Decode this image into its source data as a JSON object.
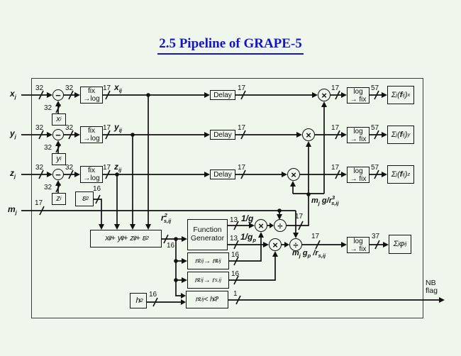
{
  "title": "2.5 Pipeline of GRAPE-5",
  "colors": {
    "accent": "#1515c5",
    "background": "#eff6ec",
    "ink": "#111111"
  },
  "ops": {
    "subtract": "−",
    "multiply": "×",
    "divide": "÷"
  },
  "widths": {
    "coord_in": "32",
    "param": "32",
    "sub_out": "32",
    "conv_out": "17",
    "delay_out": "17",
    "mult_out": "17",
    "force_acc_in": "57",
    "mass": "17",
    "eps": "16",
    "r2": "16",
    "fg_out": "13",
    "r3": "16",
    "r": "16",
    "cmp_out": "1",
    "h": "16",
    "div_force_out": "17",
    "div_pot_out": "17",
    "pot_acc_in": "37"
  },
  "rows": [
    {
      "input": "x<sub>j</sub>",
      "param": "x<sub>i</sub>",
      "signal": "x<sub>ij</sub>",
      "acc": "Σ<sub>j</sub>(<b>f</b><sub>ij</sub>)<sub>x</sub>"
    },
    {
      "input": "y<sub>j</sub>",
      "param": "y<sub>i</sub>",
      "signal": "y<sub>ij</sub>",
      "acc": "Σ<sub>j</sub>(<b>f</b><sub>ij</sub>)<sub>y</sub>"
    },
    {
      "input": "z<sub>j</sub>",
      "param": "z<sub>i</sub>",
      "signal": "z<sub>ij</sub>",
      "acc": "Σ<sub>j</sub>(<b>f</b><sub>ij</sub>)<sub>z</sub>"
    }
  ],
  "mass_input": "m<sub>j</sub>",
  "params": {
    "eps": "ε<sup>2</sup><sub>i</sub>",
    "h": "h<sup>2</sup><sub>i</sub>"
  },
  "blocks": {
    "fix_to_log": "fix<br>→log",
    "log_to_fix": "log<br>→ fix",
    "delay": "Delay",
    "function_generator": "Function<br>Generator",
    "sum_of_squares": "x<sup>2</sup><sub>ij</sub>+ y<sup>2</sup><sub>ij</sub>+ z<sup>2</sup><sub>ij</sub>+ ε<sup>2</sup><sub>i</sub>",
    "r2_to_r3": "r<sup>2</sup><sub>s,ij</sub> → r<sup>3</sup><sub>s,ij</sub>",
    "r2_to_r": "r<sup>2</sup><sub>s,ij</sub> → r<sub>s,ij</sub>",
    "r2_lt_h2": "r<sup>2</sup><sub>s,ij</sub> &lt; h<sup>2</sup><sub>i</sub> ?",
    "acc_pot": "Σ<sub>j</sub> φ<sub>ij</sub>"
  },
  "signals": {
    "r2": "r<sup>2</sup><sub>s,ij</sub>",
    "inv_g": "1/g",
    "inv_gp": "1/g<sub>p</sub>",
    "force": "m<sub>j</sub> g/r<sup>3</sup><sub>s,ij</sub>",
    "potential": "m<sub>j</sub> g<sub>p</sub> /r<sub>s,ij</sub>",
    "nb1": "NB",
    "nb2": "flag"
  }
}
